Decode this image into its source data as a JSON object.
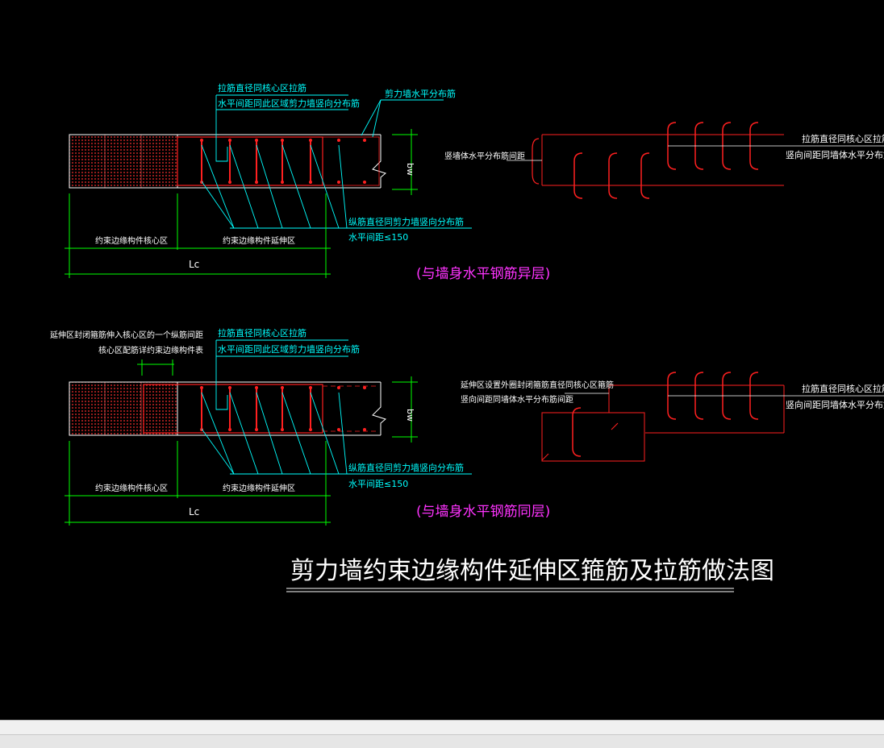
{
  "colors": {
    "background": "#000000",
    "cyan": "#00ffff",
    "red": "#ff1e1e",
    "green": "#00ff00",
    "white": "#ffffff",
    "magenta": "#ff33ff"
  },
  "top_detail": {
    "label_tie_diameter": "拉筋直径同核心区拉筋",
    "label_horizontal_spacing": "水平间距同此区域剪力墙竖向分布筋",
    "label_wall_horizontal_bar": "剪力墙水平分布筋",
    "label_longitudinal": "纵筋直径同剪力墙竖向分布筋",
    "label_spacing_limit": "水平间距≤150",
    "label_core_zone": "约束边缘构件核心区",
    "label_extension_zone": "约束边缘构件延伸区",
    "label_lc": "Lc",
    "label_bw": "bw",
    "note_layer": "(与墙身水平钢筋异层)",
    "side_label_vertical_spacing": "竖墙体水平分布筋间距",
    "side_label_tie": "拉筋直径同核心区拉筋",
    "side_label_vertical": "竖向间距同墙体水平分布筋"
  },
  "bottom_detail": {
    "label_extension_note_1": "延伸区封闭箍筋伸入核心区的一个纵筋间距",
    "label_extension_note_2": "核心区配筋详约束边缘构件表",
    "label_tie_diameter": "拉筋直径同核心区拉筋",
    "label_horizontal_spacing": "水平间距同此区域剪力墙竖向分布筋",
    "label_longitudinal": "纵筋直径同剪力墙竖向分布筋",
    "label_spacing_limit": "水平间距≤150",
    "label_core_zone": "约束边缘构件核心区",
    "label_extension_zone": "约束边缘构件延伸区",
    "label_lc": "Lc",
    "label_bw": "bw",
    "note_layer": "(与墙身水平钢筋同层)",
    "side_label_stirrup_1": "延伸区设置外圈封闭箍筋直径同核心区箍筋",
    "side_label_stirrup_2": "竖向间距同墙体水平分布筋间距",
    "side_label_tie": "拉筋直径同核心区拉筋",
    "side_label_vertical": "竖向间距同墙体水平分布筋"
  },
  "drawing_title": "剪力墙约束边缘构件延伸区箍筋及拉筋做法图"
}
